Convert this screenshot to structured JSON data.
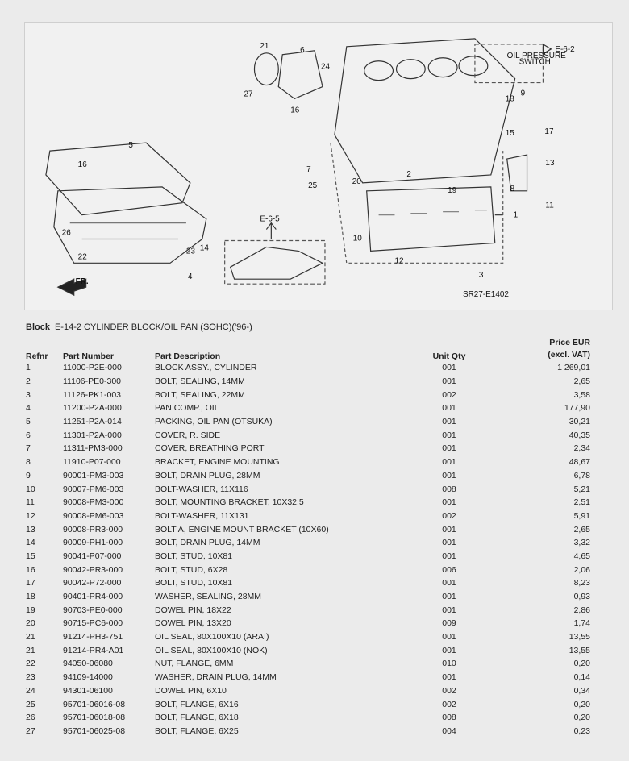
{
  "diagram": {
    "code": "SR27-E1402",
    "ref_e62": "E-6-2",
    "ref_e65": "E-6-5",
    "oil_pressure_switch_1": "OIL PRESSURE",
    "oil_pressure_switch_2": "SWITCH",
    "front_label": "FR.",
    "callouts": [
      "21",
      "6",
      "24",
      "27",
      "16",
      "5",
      "16",
      "26",
      "22",
      "23",
      "4",
      "14",
      "7",
      "25",
      "20",
      "2",
      "19",
      "10",
      "12",
      "3",
      "1",
      "18",
      "9",
      "15",
      "17",
      "13",
      "8",
      "11"
    ]
  },
  "block": {
    "label": "Block",
    "title": "E-14-2 CYLINDER BLOCK/OIL PAN (SOHC)('96-)"
  },
  "table": {
    "headers": {
      "refnr": "Refnr",
      "part_number": "Part Number",
      "description": "Part Description",
      "qty": "Unit Qty",
      "price_1": "Price EUR",
      "price_2": "(excl. VAT)"
    },
    "rows": [
      [
        "1",
        "11000-P2E-000",
        "BLOCK ASSY., CYLINDER",
        "001",
        "1 269,01"
      ],
      [
        "2",
        "11106-PE0-300",
        "BOLT, SEALING, 14MM",
        "001",
        "2,65"
      ],
      [
        "3",
        "11126-PK1-003",
        "BOLT, SEALING, 22MM",
        "002",
        "3,58"
      ],
      [
        "4",
        "11200-P2A-000",
        "PAN COMP., OIL",
        "001",
        "177,90"
      ],
      [
        "5",
        "11251-P2A-014",
        "PACKING, OIL PAN (OTSUKA)",
        "001",
        "30,21"
      ],
      [
        "6",
        "11301-P2A-000",
        "COVER, R. SIDE",
        "001",
        "40,35"
      ],
      [
        "7",
        "11311-PM3-000",
        "COVER, BREATHING PORT",
        "001",
        "2,34"
      ],
      [
        "8",
        "11910-P07-000",
        "BRACKET, ENGINE MOUNTING",
        "001",
        "48,67"
      ],
      [
        "9",
        "90001-PM3-003",
        "BOLT, DRAIN PLUG, 28MM",
        "001",
        "6,78"
      ],
      [
        "10",
        "90007-PM6-003",
        "BOLT-WASHER, 11X116",
        "008",
        "5,21"
      ],
      [
        "11",
        "90008-PM3-000",
        "BOLT, MOUNTING BRACKET, 10X32.5",
        "001",
        "2,51"
      ],
      [
        "12",
        "90008-PM6-003",
        "BOLT-WASHER, 11X131",
        "002",
        "5,91"
      ],
      [
        "13",
        "90008-PR3-000",
        "BOLT A, ENGINE MOUNT BRACKET (10X60)",
        "001",
        "2,65"
      ],
      [
        "14",
        "90009-PH1-000",
        "BOLT, DRAIN PLUG, 14MM",
        "001",
        "3,32"
      ],
      [
        "15",
        "90041-P07-000",
        "BOLT, STUD, 10X81",
        "001",
        "4,65"
      ],
      [
        "16",
        "90042-PR3-000",
        "BOLT, STUD, 6X28",
        "006",
        "2,06"
      ],
      [
        "17",
        "90042-P72-000",
        "BOLT, STUD, 10X81",
        "001",
        "8,23"
      ],
      [
        "18",
        "90401-PR4-000",
        "WASHER, SEALING, 28MM",
        "001",
        "0,93"
      ],
      [
        "19",
        "90703-PE0-000",
        "DOWEL PIN, 18X22",
        "001",
        "2,86"
      ],
      [
        "20",
        "90715-PC6-000",
        "DOWEL PIN, 13X20",
        "009",
        "1,74"
      ],
      [
        "21",
        "91214-PH3-751",
        "OIL SEAL, 80X100X10 (ARAI)",
        "001",
        "13,55"
      ],
      [
        "21",
        "91214-PR4-A01",
        "OIL SEAL, 80X100X10 (NOK)",
        "001",
        "13,55"
      ],
      [
        "22",
        "94050-06080",
        "NUT, FLANGE, 6MM",
        "010",
        "0,20"
      ],
      [
        "23",
        "94109-14000",
        "WASHER, DRAIN PLUG, 14MM",
        "001",
        "0,14"
      ],
      [
        "24",
        "94301-06100",
        "DOWEL PIN, 6X10",
        "002",
        "0,34"
      ],
      [
        "25",
        "95701-06016-08",
        "BOLT, FLANGE, 6X16",
        "002",
        "0,20"
      ],
      [
        "26",
        "95701-06018-08",
        "BOLT, FLANGE, 6X18",
        "008",
        "0,20"
      ],
      [
        "27",
        "95701-06025-08",
        "BOLT, FLANGE, 6X25",
        "004",
        "0,23"
      ]
    ]
  }
}
